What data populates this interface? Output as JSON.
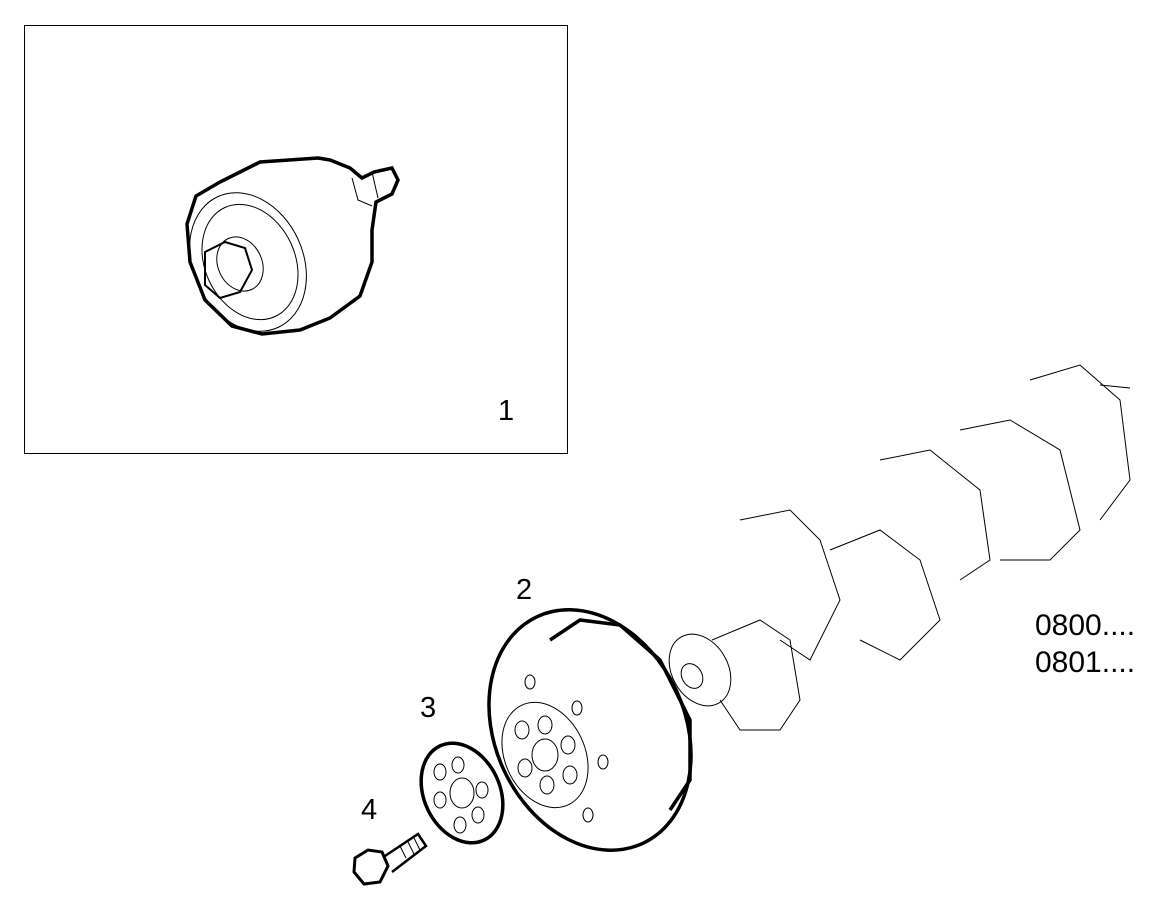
{
  "diagram": {
    "type": "exploded-parts-diagram",
    "inset": {
      "label": "1",
      "part": "tool-damper-puller"
    },
    "callouts": [
      {
        "id": "1",
        "label": "1",
        "part": "tool"
      },
      {
        "id": "2",
        "label": "2",
        "part": "crankshaft-pulley-damper"
      },
      {
        "id": "3",
        "label": "3",
        "part": "washer-plate"
      },
      {
        "id": "4",
        "label": "4",
        "part": "bolt"
      }
    ],
    "references": [
      {
        "label": "0800...."
      },
      {
        "label": "0801...."
      }
    ],
    "colors": {
      "line": "#000000",
      "background": "#ffffff"
    }
  }
}
